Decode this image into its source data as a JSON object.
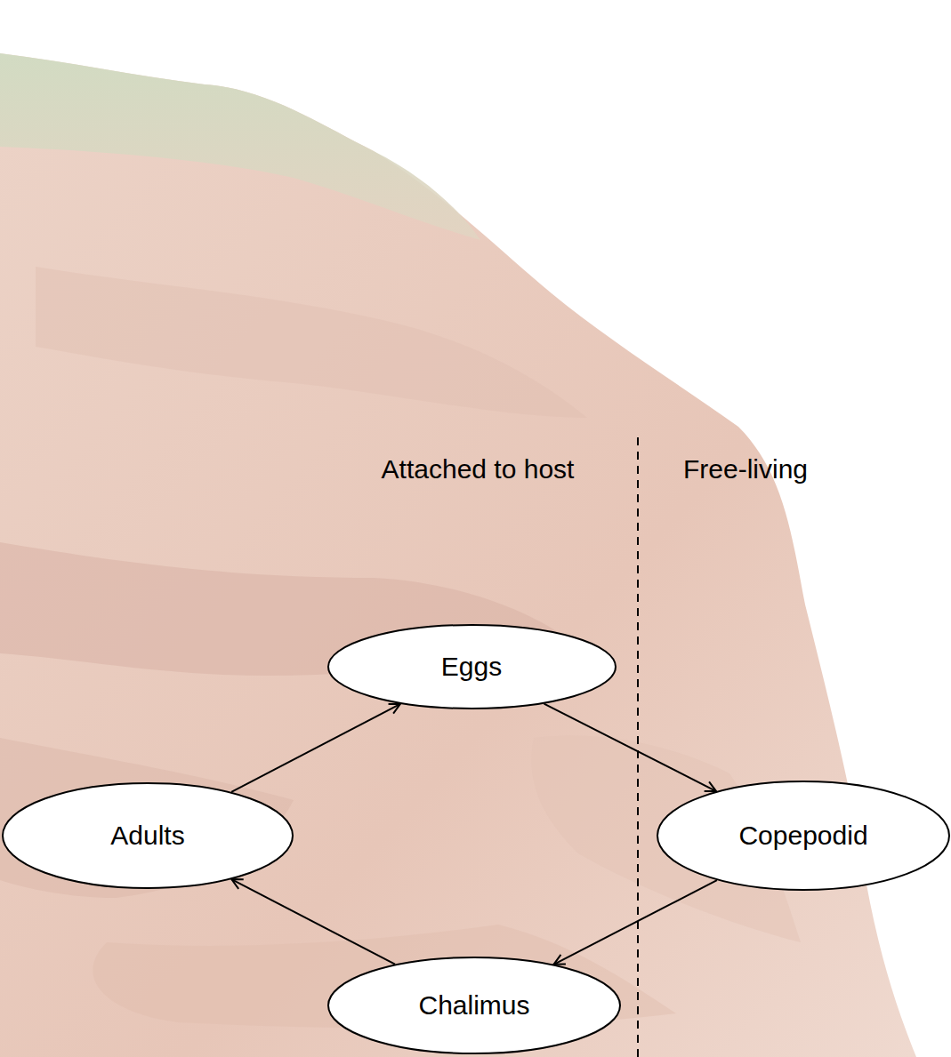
{
  "diagram": {
    "nodes": [
      {
        "text": [
          "Eggs"
        ]
      },
      {
        "text": [
          "Adults"
        ]
      },
      {
        "text": [
          "Copepodid"
        ]
      },
      {
        "text": [
          "Chalimus"
        ]
      }
    ],
    "edges": [
      {
        "from": 1,
        "to": 0,
        "arrow": "to"
      },
      {
        "from": 0,
        "to": 2,
        "arrow": "to"
      },
      {
        "from": 2,
        "to": 3,
        "arrow": "to"
      },
      {
        "from": 3,
        "to": 1,
        "arrow": "to"
      }
    ],
    "labels": [
      "Attached to host",
      "Free-living"
    ]
  }
}
